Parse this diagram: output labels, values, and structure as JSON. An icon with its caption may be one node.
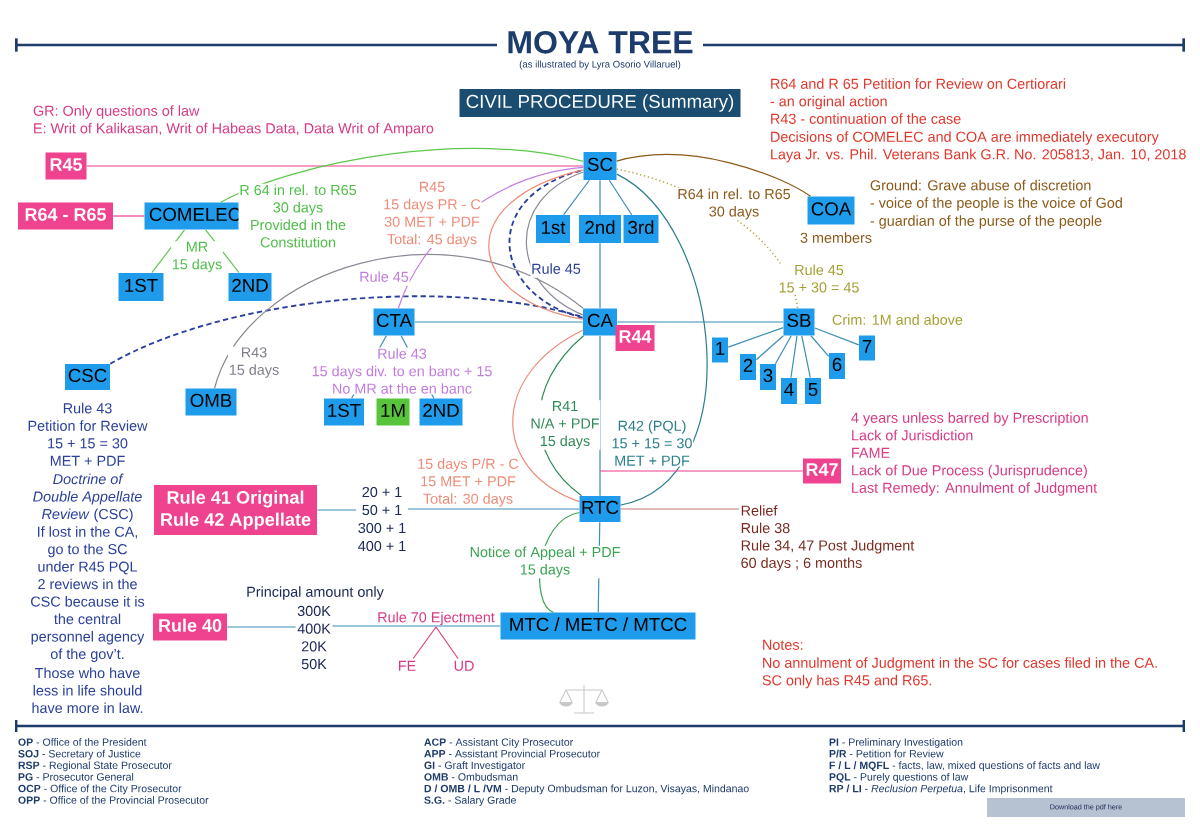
{
  "diagram": {
    "title": "MOYA TREE",
    "nodes": [
      {
        "text": [
          "CIVIL PROCEDURE (Summary)"
        ]
      },
      {
        "text": [
          "R45"
        ]
      },
      {
        "text": [
          "R64 - R65"
        ]
      },
      {
        "text": [
          "COMELEC"
        ]
      },
      {
        "text": [
          "1ST"
        ]
      },
      {
        "text": [
          "2ND"
        ]
      },
      {
        "text": [
          "SC"
        ]
      },
      {
        "text": [
          "1st"
        ]
      },
      {
        "text": [
          "2nd"
        ]
      },
      {
        "text": [
          "3rd"
        ]
      },
      {
        "text": [
          "COA"
        ],
        "beside": [
          "3 members",
          "Ground: Grave abuse of discretion",
          "- voice of the people is the voice of God",
          "- guardian of the purse of the people"
        ]
      },
      {
        "text": [
          "CTA"
        ]
      },
      {
        "text": [
          "CA"
        ]
      },
      {
        "text": [
          "R44"
        ]
      },
      {
        "text": [
          "SB"
        ],
        "beside": [
          "Crim: 1M and above"
        ]
      },
      {
        "text": [
          "1"
        ]
      },
      {
        "text": [
          "2"
        ]
      },
      {
        "text": [
          "3"
        ]
      },
      {
        "text": [
          "4"
        ]
      },
      {
        "text": [
          "5"
        ]
      },
      {
        "text": [
          "6"
        ]
      },
      {
        "text": [
          "7"
        ]
      },
      {
        "text": [
          "CSC"
        ],
        "beside": [
          "Rule 43",
          "Petition for Review",
          "15 + 15 = 30",
          "MET + PDF",
          "*Doctrine of Double Appellate Review* (CSC)",
          "If lost in the CA, go to the SC under R45 PQL",
          "2 reviews in the CSC because it is the central personnel agency of the gov’t.",
          "Those who have less in life should have more in law."
        ]
      },
      {
        "text": [
          "OMB"
        ]
      },
      {
        "text": [
          "1ST"
        ]
      },
      {
        "text": [
          "1M"
        ]
      },
      {
        "text": [
          "2ND"
        ]
      },
      {
        "text": [
          "R47"
        ],
        "beside": [
          "4 years unless barred by Prescription",
          "Lack of Jurisdiction",
          "FAME",
          "Lack of Due Process (Jurisprudence)",
          "Last Remedy: Annulment of Judgment"
        ]
      },
      {
        "text": [
          "Rule 41 Original",
          "Rule 42 Appellate"
        ]
      },
      {
        "text": [
          "20 + 1",
          "50 + 1",
          "300 + 1",
          "400 + 1"
        ]
      },
      {
        "text": [
          "RTC"
        ]
      },
      {
        "text": [
          "Relief",
          "Rule 38",
          "Rule 34, 47 Post Judgment",
          "60 days ; 6 months"
        ]
      },
      {
        "text": [
          "Rule 40"
        ]
      },
      {
        "text": [
          "300K",
          "400K",
          "20K",
          "50K"
        ],
        "beside": [
          "Principal amount only"
        ]
      },
      {
        "text": [
          "Rule 70 Ejectment"
        ]
      },
      {
        "text": [
          "MTC / METC / MTCC"
        ]
      },
      {
        "text": [
          "FE"
        ]
      },
      {
        "text": [
          "UD"
        ]
      },
      {
        "text": [
          "Download the pdf here"
        ]
      }
    ],
    "edges": [
      {
        "from": 1,
        "to": 6,
        "arrow": "none",
        "color": "#ec3d8c"
      },
      {
        "from": 2,
        "to": 3,
        "arrow": "none",
        "color": "#ec3d8c"
      },
      {
        "from": 3,
        "to": 6,
        "arrow": "none",
        "label": "R 64 in rel. to R65 30 days Provided in the Constitution",
        "color": "#5cc84a"
      },
      {
        "from": 3,
        "to": 4,
        "arrow": "none",
        "color": "#5cc84a"
      },
      {
        "from": 3,
        "to": 5,
        "arrow": "none",
        "color": "#5cc84a"
      },
      {
        "from": 6,
        "to": 7,
        "arrow": "none"
      },
      {
        "from": 6,
        "to": 8,
        "arrow": "none"
      },
      {
        "from": 6,
        "to": 9,
        "arrow": "none"
      },
      {
        "from": 8,
        "to": 12,
        "arrow": "none"
      },
      {
        "from": 6,
        "to": 10,
        "arrow": "none",
        "label": "R64 in rel. to R65 30 days",
        "color": "#8b5a1a"
      },
      {
        "from": 6,
        "to": 14,
        "arrow": "none",
        "label": "Rule 45 15 + 30 = 45",
        "style": "dashed",
        "color": "#b5a53a"
      },
      {
        "from": 11,
        "to": 12,
        "arrow": "none"
      },
      {
        "from": 12,
        "to": 14,
        "arrow": "none"
      },
      {
        "from": 14,
        "to": 15,
        "arrow": "none"
      },
      {
        "from": 14,
        "to": 16,
        "arrow": "none"
      },
      {
        "from": 14,
        "to": 17,
        "arrow": "none"
      },
      {
        "from": 14,
        "to": 18,
        "arrow": "none"
      },
      {
        "from": 14,
        "to": 19,
        "arrow": "none"
      },
      {
        "from": 14,
        "to": 20,
        "arrow": "none"
      },
      {
        "from": 14,
        "to": 21,
        "arrow": "none"
      },
      {
        "from": 11,
        "to": 24,
        "arrow": "none"
      },
      {
        "from": 11,
        "to": 26,
        "arrow": "none"
      },
      {
        "from": 22,
        "to": 12,
        "arrow": "none",
        "style": "dashed",
        "color": "#2b3f9e"
      },
      {
        "from": 12,
        "to": 6,
        "arrow": "none",
        "label": "Rule 45",
        "style": "dashed",
        "color": "#2b3f9e"
      },
      {
        "from": 23,
        "to": 12,
        "arrow": "none",
        "label": "R43 15 days",
        "color": "#8a8a96"
      },
      {
        "from": 12,
        "to": 6,
        "arrow": "none",
        "color": "#8a8a96"
      },
      {
        "from": 11,
        "to": 6,
        "arrow": "none",
        "label": "Rule 45",
        "color": "#c47ce0"
      },
      {
        "from": 12,
        "to": 6,
        "arrow": "none",
        "label": "R45 15 days PR - C 30 MET + PDF Total: 45 days",
        "color": "#ee8a77"
      },
      {
        "from": 30,
        "to": 12,
        "arrow": "none",
        "label": "15 days P/R - C 15 MET + PDF Total: 30 days",
        "color": "#ee8a77"
      },
      {
        "from": 30,
        "to": 12,
        "arrow": "none",
        "label": "R41 N/A + PDF 15 days",
        "color": "#2e8b57"
      },
      {
        "from": 30,
        "to": 6,
        "arrow": "none",
        "label": "R42 (PQL) 15 + 15 = 30 MET + PDF",
        "color": "#2a7d8c"
      },
      {
        "from": 12,
        "to": 30,
        "arrow": "none"
      },
      {
        "from": 30,
        "to": 35,
        "arrow": "none"
      },
      {
        "from": 35,
        "to": 30,
        "arrow": "none",
        "label": "Notice of Appeal + PDF 15 days",
        "color": "#3aa452"
      },
      {
        "from": null,
        "to": 27,
        "arrow": "none",
        "color": "#ec3d8c"
      },
      {
        "from": 28,
        "to": 29,
        "arrow": "none"
      },
      {
        "from": 29,
        "to": 30,
        "arrow": "none"
      },
      {
        "from": 30,
        "to": 31,
        "arrow": "none",
        "color": "#c07878"
      },
      {
        "from": 32,
        "to": 33,
        "arrow": "none"
      },
      {
        "from": 33,
        "to": 35,
        "arrow": "none"
      },
      {
        "from": 34,
        "to": 36,
        "arrow": "none",
        "color": "#e0407f"
      },
      {
        "from": 34,
        "to": 37,
        "arrow": "none",
        "color": "#e0407f"
      }
    ],
    "labels": [
      "(as illustrated by Lyra Osorio Villaruel)",
      "GR: Only questions of law",
      "E: Writ of Kalikasan, Writ of Habeas Data, Data Writ of Amparo",
      "R64 and R 65 Petition for Review on Certiorari",
      "- an original action",
      "R43 - continuation of the case",
      "Decisions of COMELEC and COA are immediately executory",
      "Laya Jr. vs. Phil. Veterans Bank G.R. No. 205813, Jan. 10, 2018",
      "MR 15 days",
      "Rule 43 15 days div. to en banc + 15 No MR at the en banc",
      "Notes:",
      "No annulment of Judgment in the SC for cases filed in the CA.",
      "SC only has R45 and R65.",
      "**OP** - Office of the President",
      "**SOJ** - Secretary of Justice",
      "**RSP** - Regional State Prosecutor",
      "**PG** - Prosecutor General",
      "**OCP** - Office of the City Prosecutor",
      "**OPP** - Office of the Provincial Prosecutor",
      "**ACP** - Assistant City Prosecutor",
      "**APP** - Assistant Provincial Prosecutor",
      "**GI** - Graft Investigator",
      "**OMB** - Ombudsman",
      "**D / OMB / L /VM** - Deputy Ombudsman for Luzon, Visayas, Mindanao",
      "**S.G.** - Salary Grade",
      "**PI** - Preliminary Investigation",
      "**P/R** - Petition for Review",
      "**F / L / MQFL** - facts, law, mixed questions of facts and law",
      "**PQL** - Purely questions of law",
      "**RP / LI** - *Reclusion Perpetua*, Life Imprisonment"
    ]
  }
}
